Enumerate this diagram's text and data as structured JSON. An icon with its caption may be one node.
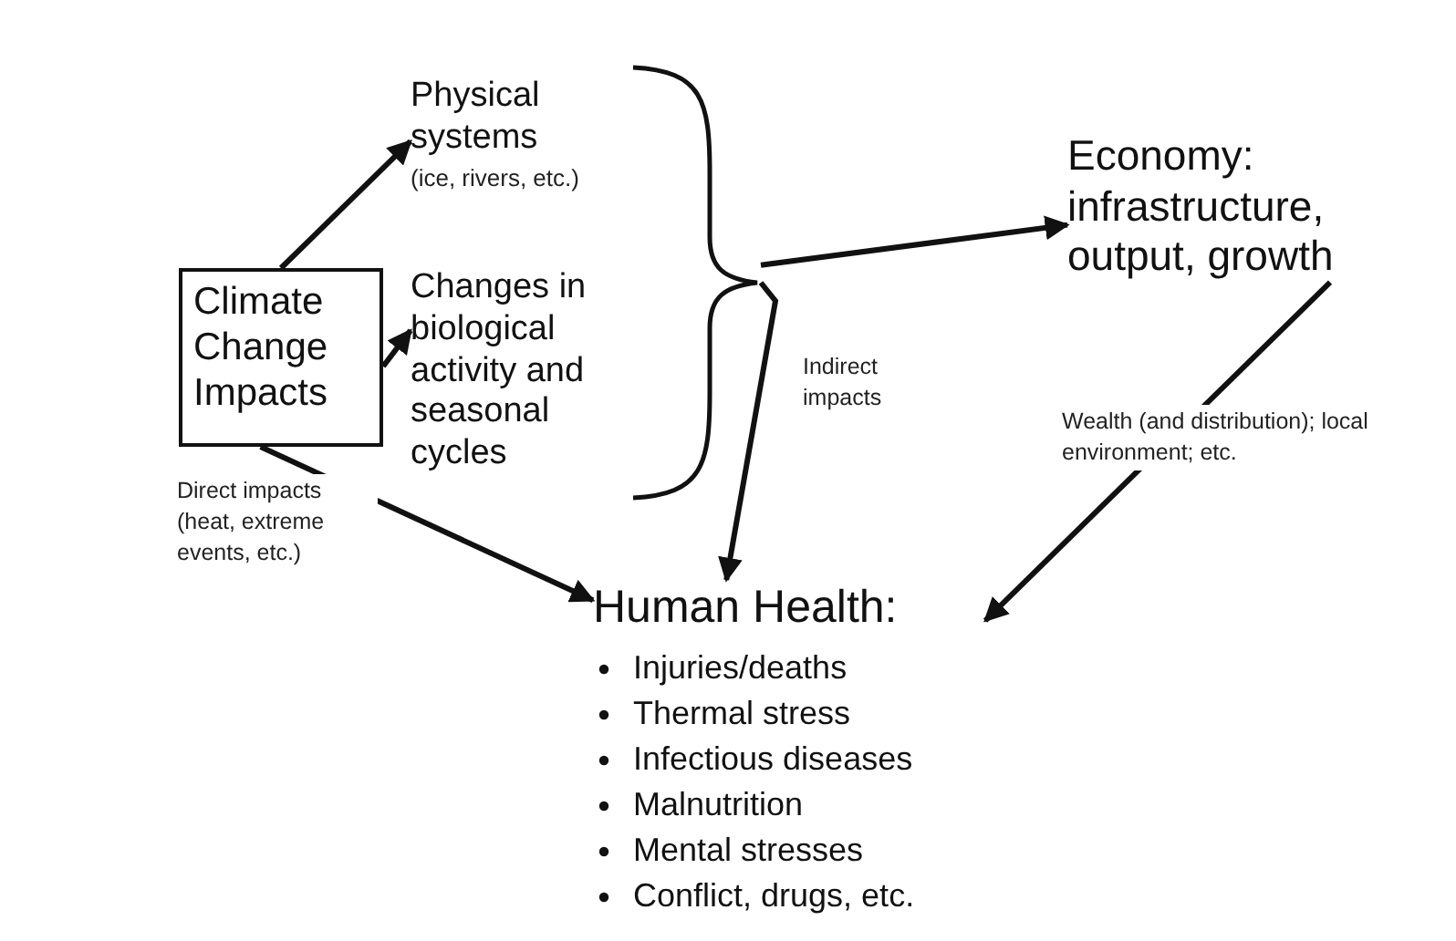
{
  "diagram": {
    "nodes": [
      {
        "text": [
          "Climate Change Impacts"
        ]
      },
      {
        "text": [
          "Physical systems",
          "(ice, rivers, etc.)"
        ]
      },
      {
        "text": [
          "Changes in biological activity and seasonal cycles"
        ]
      },
      {
        "text": [],
        "shape": "brace"
      },
      {
        "text": [
          "Economy:",
          "infrastructure, output, growth"
        ]
      },
      {
        "text": [
          "Human Health:",
          "Injuries/deaths",
          "Thermal stress",
          "Infectious diseases",
          "Malnutrition",
          "Mental stresses",
          "Conflict, drugs, etc."
        ]
      }
    ],
    "edges": [
      {
        "from": 0,
        "to": 1,
        "arrow": "to"
      },
      {
        "from": 0,
        "to": 2,
        "arrow": "to"
      },
      {
        "from": 0,
        "to": 5,
        "arrow": "to",
        "label": "Direct impacts (heat, extreme events, etc.)"
      },
      {
        "from": 3,
        "to": 4,
        "arrow": "to"
      },
      {
        "from": 3,
        "to": 5,
        "arrow": "to",
        "label": "Indirect impacts"
      },
      {
        "from": 4,
        "to": 5,
        "arrow": "to",
        "label": "Wealth (and distribution); local environment; etc."
      }
    ]
  }
}
